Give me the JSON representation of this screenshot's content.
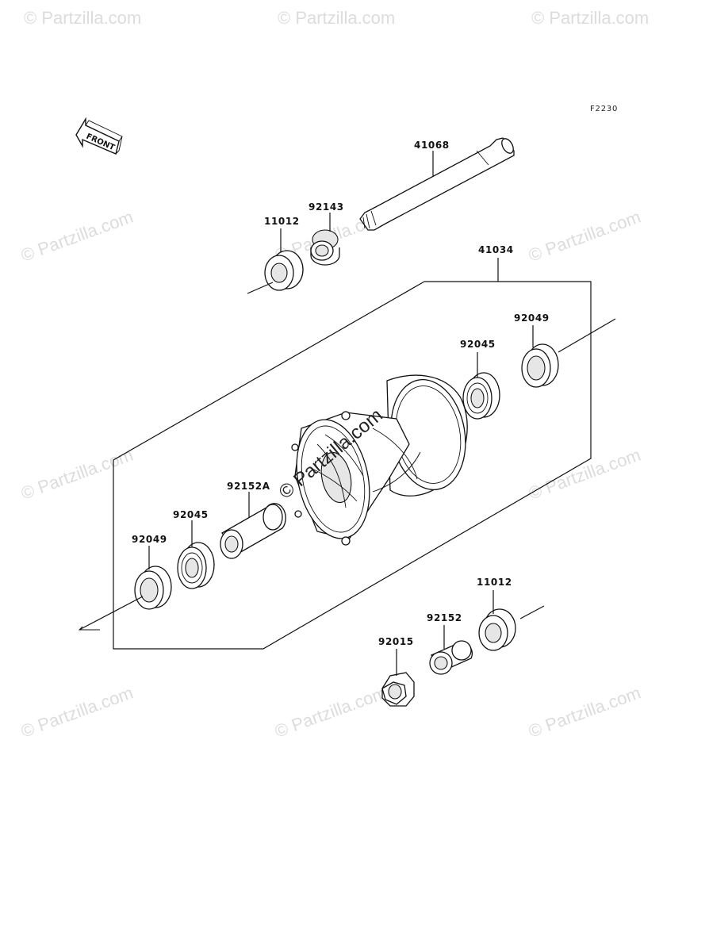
{
  "diagram": {
    "code": "F2230",
    "front_label": "FRONT",
    "center_watermark": "© Partzilla.com",
    "watermark": "© Partzilla.com",
    "labels": {
      "axle": "41068",
      "collar_top": "92143",
      "seal_top": "11012",
      "hub": "41034",
      "seal_right": "92049",
      "bearing_right": "92045",
      "spacer_inner": "92152A",
      "bearing_left": "92045",
      "seal_left": "92049",
      "seal_bottom": "11012",
      "collar_bottom": "92152",
      "nut": "92015"
    }
  }
}
